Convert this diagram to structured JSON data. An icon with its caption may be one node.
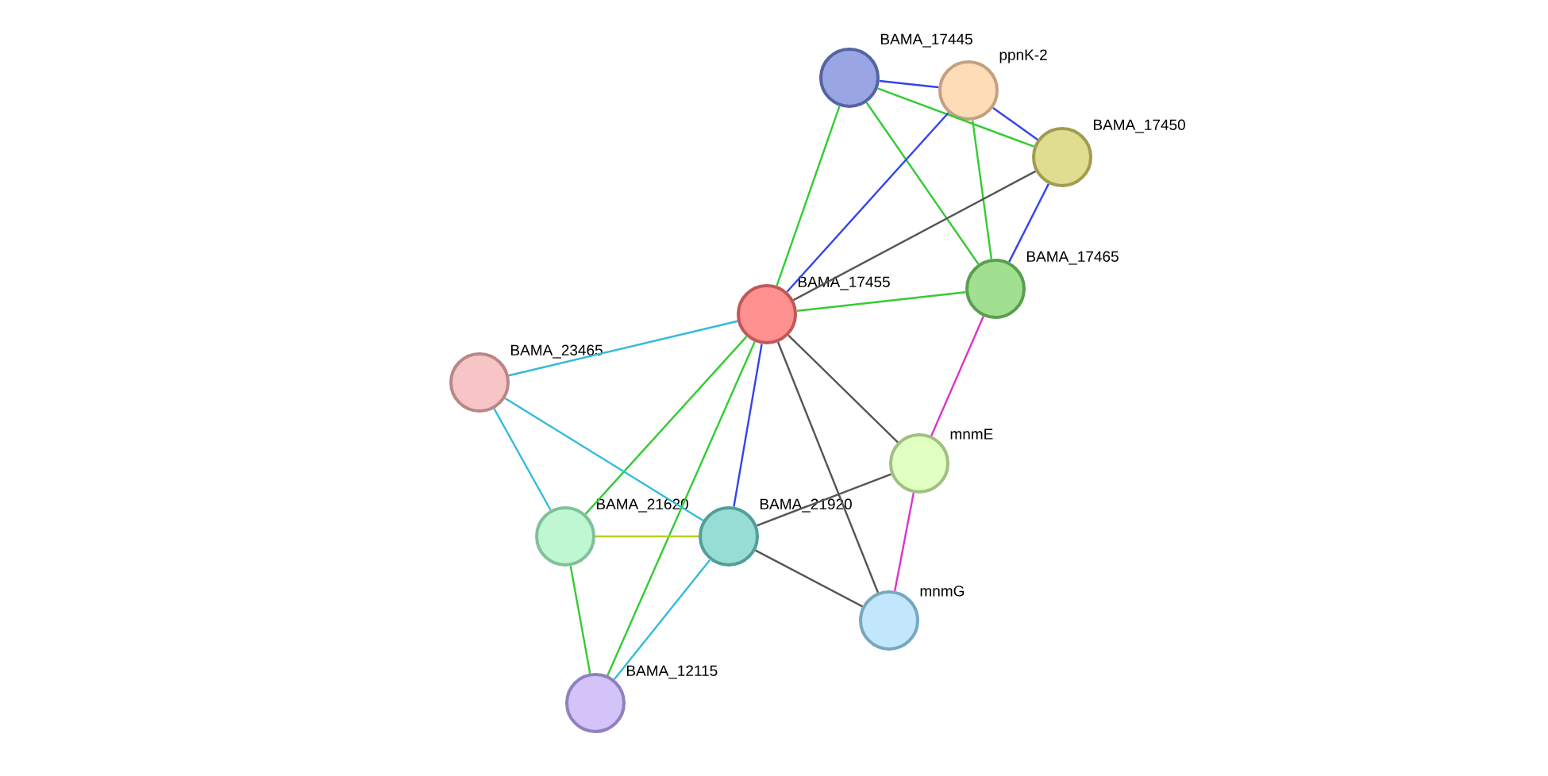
{
  "diagram": {
    "nodes": [
      {
        "text": [
          "BAMA_17445"
        ]
      },
      {
        "text": [
          "ppnK-2"
        ]
      },
      {
        "text": [
          "BAMA_17450"
        ]
      },
      {
        "text": [
          "BAMA_17465"
        ]
      },
      {
        "text": [
          "BAMA_17455"
        ]
      },
      {
        "text": [
          "BAMA_23465"
        ]
      },
      {
        "text": [
          "mnmE"
        ]
      },
      {
        "text": [
          "BAMA_21620"
        ]
      },
      {
        "text": [
          "BAMA_21920"
        ]
      },
      {
        "text": [
          "mnmG"
        ]
      },
      {
        "text": [
          "BAMA_12115"
        ]
      }
    ],
    "edges": [
      {
        "from": 0,
        "to": 1,
        "arrow": "none",
        "color": "#3344ee"
      },
      {
        "from": 0,
        "to": 2,
        "arrow": "none"
      },
      {
        "from": 0,
        "to": 3,
        "arrow": "none"
      },
      {
        "from": 0,
        "to": 4,
        "arrow": "none"
      },
      {
        "from": 1,
        "to": 2,
        "arrow": "none",
        "color": "#3344ee"
      },
      {
        "from": 1,
        "to": 3,
        "arrow": "none"
      },
      {
        "from": 1,
        "to": 4,
        "arrow": "none",
        "color": "#3344ee"
      },
      {
        "from": 2,
        "to": 3,
        "arrow": "none",
        "color": "#3344ee"
      },
      {
        "from": 2,
        "to": 4,
        "arrow": "none",
        "color": "#555555"
      },
      {
        "from": 3,
        "to": 4,
        "arrow": "none"
      },
      {
        "from": 3,
        "to": 6,
        "arrow": "none",
        "color": "#dd33cc"
      },
      {
        "from": 4,
        "to": 5,
        "arrow": "none",
        "color": "#33bbdd"
      },
      {
        "from": 4,
        "to": 6,
        "arrow": "none",
        "color": "#555555"
      },
      {
        "from": 4,
        "to": 9,
        "arrow": "none",
        "color": "#555555"
      },
      {
        "from": 4,
        "to": 7,
        "arrow": "none"
      },
      {
        "from": 4,
        "to": 8,
        "arrow": "none",
        "color": "#3344ee"
      },
      {
        "from": 4,
        "to": 10,
        "arrow": "none"
      },
      {
        "from": 5,
        "to": 7,
        "arrow": "none",
        "color": "#33bbdd"
      },
      {
        "from": 5,
        "to": 8,
        "arrow": "none",
        "color": "#33bbdd"
      },
      {
        "from": 7,
        "to": 8,
        "arrow": "none",
        "color": "#bbcc22"
      },
      {
        "from": 7,
        "to": 10,
        "arrow": "none"
      },
      {
        "from": 8,
        "to": 10,
        "arrow": "none",
        "color": "#33bbdd"
      },
      {
        "from": 8,
        "to": 6,
        "arrow": "none",
        "color": "#555555"
      },
      {
        "from": 8,
        "to": 9,
        "arrow": "none",
        "color": "#555555"
      },
      {
        "from": 6,
        "to": 9,
        "arrow": "none",
        "color": "#dd33cc"
      }
    ]
  }
}
